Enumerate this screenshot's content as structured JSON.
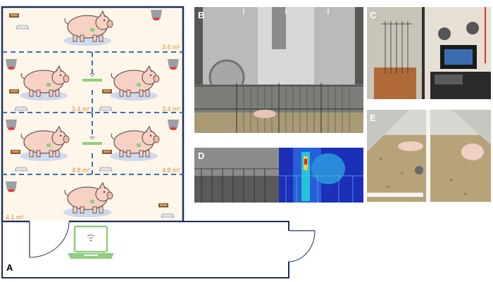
{
  "panels": {
    "a": {
      "label": "A"
    },
    "b": {
      "label": "B"
    },
    "c": {
      "label": "C"
    },
    "d": {
      "label": "D"
    },
    "e": {
      "label": "E"
    }
  },
  "pens": [
    {
      "area": "3.6 m²"
    },
    {
      "area": "3.4 m²"
    },
    {
      "area": "3.4 m²"
    },
    {
      "area": "4.8 m²"
    },
    {
      "area": "4.8 m²"
    },
    {
      "area": "4.1 m²"
    }
  ],
  "colors": {
    "floor": "#fdf6e9",
    "wall": "#1f2f5c",
    "partition": "#3a6db0",
    "pig": "#f7d1c4",
    "pig_outline": "#4a3a36",
    "sensor": "#8fce7d",
    "area_text": "#e08a3c"
  }
}
